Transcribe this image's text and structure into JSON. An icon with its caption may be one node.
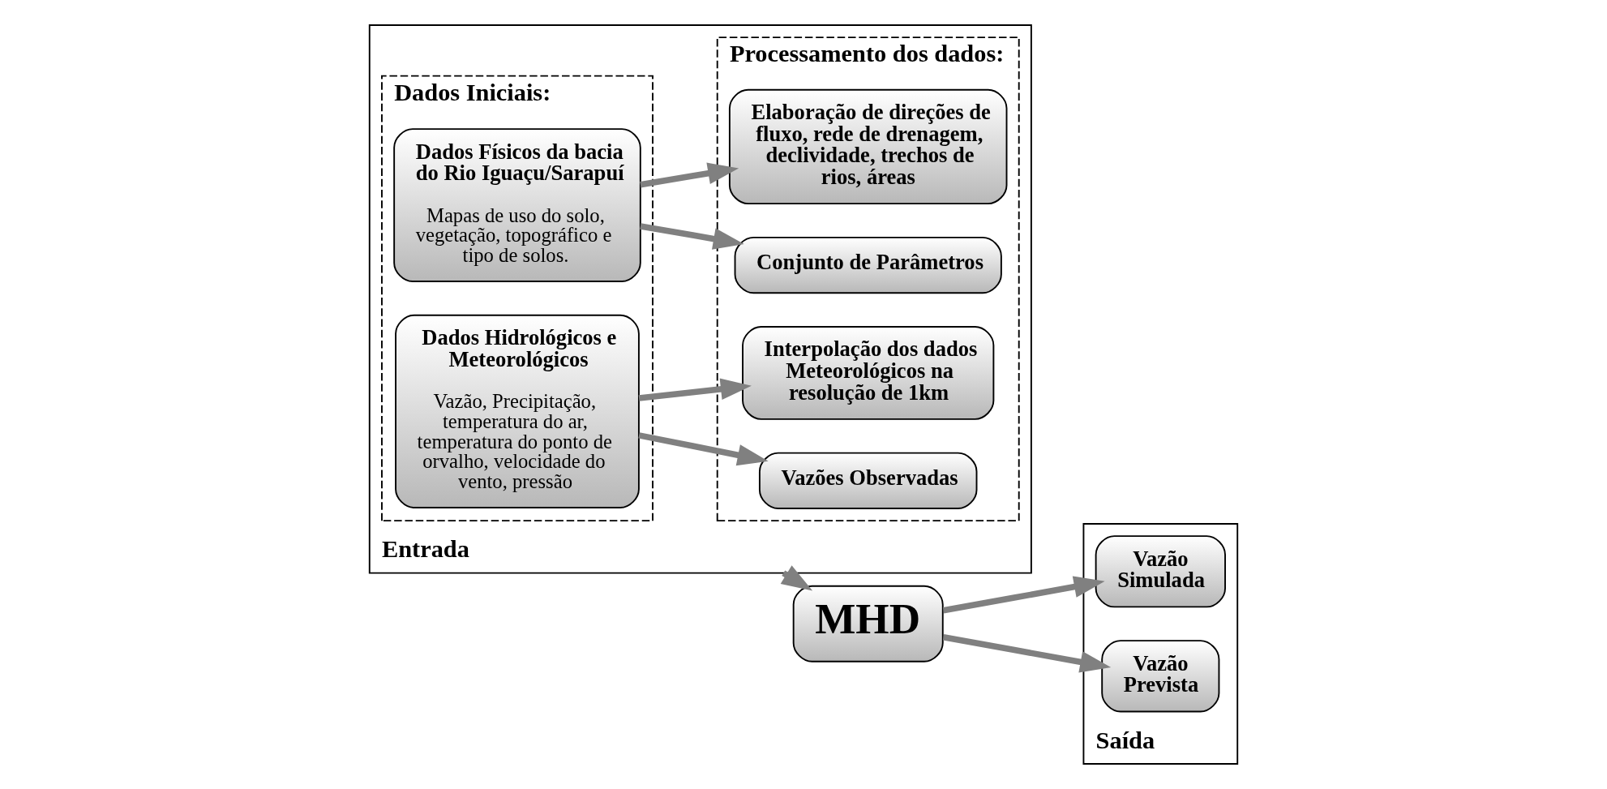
{
  "diagram": {
    "nodes": [
      {
        "text": [
          "Entrada"
        ]
      },
      {
        "text": [
          "Dados Iniciais:"
        ],
        "in": 0
      },
      {
        "text": [
          "Dados Hidrológicos e Meteorológicos",
          "Vazão, Precipitação, temperatura do ar, temperatura do ponto de orvalho, velocidade do vento, pressão"
        ],
        "in": 1
      },
      {
        "text": [
          "Dados Físicos da bacia do Rio Iguaçu/Sarapuí",
          "Mapas de uso do solo, vegetação, topográfico e tipo de solos."
        ],
        "in": 1
      },
      {
        "text": [
          "Processamento dos dados:"
        ],
        "in": 0
      },
      {
        "text": [
          "Interpolação dos dados Meteorológicos na resolução de 1km"
        ],
        "in": 4
      },
      {
        "text": [
          "Vazões Observadas"
        ],
        "in": 4
      },
      {
        "text": [
          "Elaboração de direções de fluxo, rede de drenagem, declividade, trechos de rios, áreas"
        ],
        "in": 4
      },
      {
        "text": [
          "Conjunto de Parâmetros"
        ],
        "in": 4
      },
      {
        "text": [
          "MHD"
        ]
      },
      {
        "text": [
          "Saída"
        ]
      },
      {
        "text": [
          "Vazão Simulada"
        ],
        "in": 10
      },
      {
        "text": [
          "Vazão Prevista"
        ],
        "in": 10
      }
    ],
    "edges": [
      {
        "from": 2,
        "to": 5,
        "arrow": "to"
      },
      {
        "from": 2,
        "to": 6,
        "arrow": "to"
      },
      {
        "from": 3,
        "to": 7,
        "arrow": "to"
      },
      {
        "from": 3,
        "to": 8,
        "arrow": "to"
      },
      {
        "from": 0,
        "to": 9,
        "arrow": "to"
      },
      {
        "from": 9,
        "to": 11,
        "arrow": "to"
      },
      {
        "from": 9,
        "to": 12,
        "arrow": "to"
      }
    ]
  }
}
